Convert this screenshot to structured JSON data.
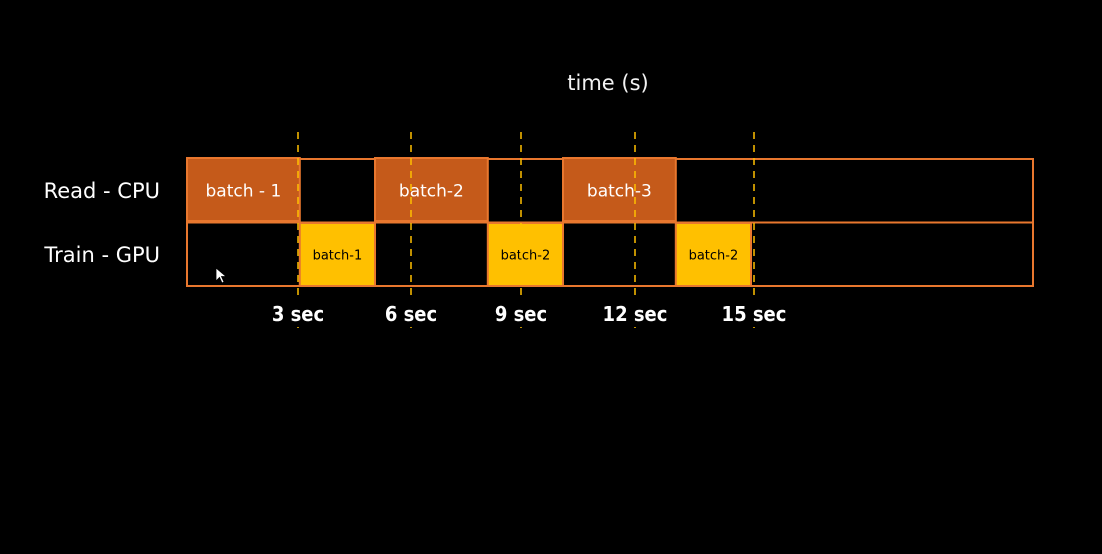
{
  "title": "time (s)",
  "rows": [
    {
      "label": "Read - CPU"
    },
    {
      "label": "Train - GPU"
    }
  ],
  "ticks": [
    {
      "value": 3,
      "label": "3 sec"
    },
    {
      "value": 6,
      "label": "6 sec"
    },
    {
      "value": 9,
      "label": "9 sec"
    },
    {
      "value": 12,
      "label": "12 sec"
    },
    {
      "value": 15,
      "label": "15 sec"
    }
  ],
  "blocks": [
    {
      "row": 0,
      "start": 0,
      "end": 3,
      "label": "batch - 1",
      "kind": "cpu"
    },
    {
      "row": 0,
      "start": 5,
      "end": 8,
      "label": "batch-2",
      "kind": "cpu"
    },
    {
      "row": 0,
      "start": 10,
      "end": 13,
      "label": "batch-3",
      "kind": "cpu"
    },
    {
      "row": 1,
      "start": 3,
      "end": 5,
      "label": "batch-1",
      "kind": "gpu"
    },
    {
      "row": 1,
      "start": 8,
      "end": 10,
      "label": "batch-2",
      "kind": "gpu"
    },
    {
      "row": 1,
      "start": 13,
      "end": 15,
      "label": "batch-2",
      "kind": "gpu"
    }
  ],
  "timeline_end": 22.5,
  "colors": {
    "background": "#000000",
    "frame": "#e8772e",
    "cpu_block": "#c55a1a",
    "cpu_block_border": "#e8772e",
    "gpu_block": "#ffc000",
    "gpu_block_border": "#e8772e",
    "dashed_line": "#ffc000",
    "text": "#ffffff"
  }
}
